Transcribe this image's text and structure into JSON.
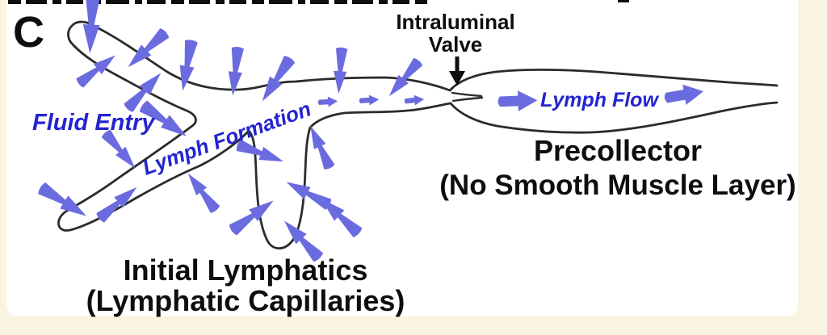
{
  "panel_label": "C",
  "colors": {
    "background": "#faf4e3",
    "panel": "#ffffff",
    "vessel_outline": "#2b2b2b",
    "arrow_blue": "#6b6be0",
    "text_blue": "#2424d0",
    "text_black": "#0e0e0e"
  },
  "labels": {
    "fluid_entry": "Fluid Entry",
    "lymph_formation": "Lymph Formation",
    "lymph_flow": "Lymph Flow",
    "intraluminal_valve": {
      "line1": "Intraluminal",
      "line2": "Valve"
    },
    "precollector": {
      "line1": "Precollector",
      "line2": "(No Smooth Muscle Layer)"
    },
    "initial_lymphatics": {
      "line1": "Initial Lymphatics",
      "line2": "(Lymphatic Capillaries)"
    }
  },
  "icons": {
    "fluid_entry_arrow": "wedge-arrow-icon",
    "lymph_flow_arrow": "flow-arrow-icon",
    "valve_pointer": "down-arrow-icon"
  },
  "arrows": {
    "entry": [
      [
        113,
        34,
        93,
        1.15
      ],
      [
        179,
        64,
        137,
        1.0
      ],
      [
        123,
        84,
        -38,
        0.9
      ],
      [
        181,
        110,
        -47,
        0.95
      ],
      [
        231,
        85,
        100,
        1.0
      ],
      [
        291,
        92,
        96,
        0.95
      ],
      [
        340,
        102,
        123,
        1.0
      ],
      [
        207,
        152,
        35,
        1.05
      ],
      [
        151,
        189,
        50,
        0.9
      ],
      [
        82,
        252,
        32,
        1.05
      ],
      [
        149,
        249,
        -40,
        0.95
      ],
      [
        248,
        235,
        -127,
        0.9
      ],
      [
        326,
        191,
        20,
        0.95
      ],
      [
        316,
        265,
        -36,
        1.0
      ],
      [
        371,
        294,
        -133,
        1.0
      ],
      [
        378,
        238,
        -152,
        0.95
      ],
      [
        395,
        179,
        -115,
        0.9
      ],
      [
        418,
        265,
        -137,
        1.0
      ],
      [
        421,
        91,
        94,
        0.9
      ],
      [
        498,
        100,
        130,
        0.9
      ]
    ],
    "flow_small": [
      [
        407,
        126,
        -4,
        0.8
      ],
      [
        458,
        124,
        -4,
        0.8
      ],
      [
        514,
        124,
        -6,
        0.8
      ]
    ],
    "flow_large": [
      [
        643,
        125,
        -2,
        1.6
      ],
      [
        849,
        117,
        -10,
        1.6
      ]
    ]
  }
}
